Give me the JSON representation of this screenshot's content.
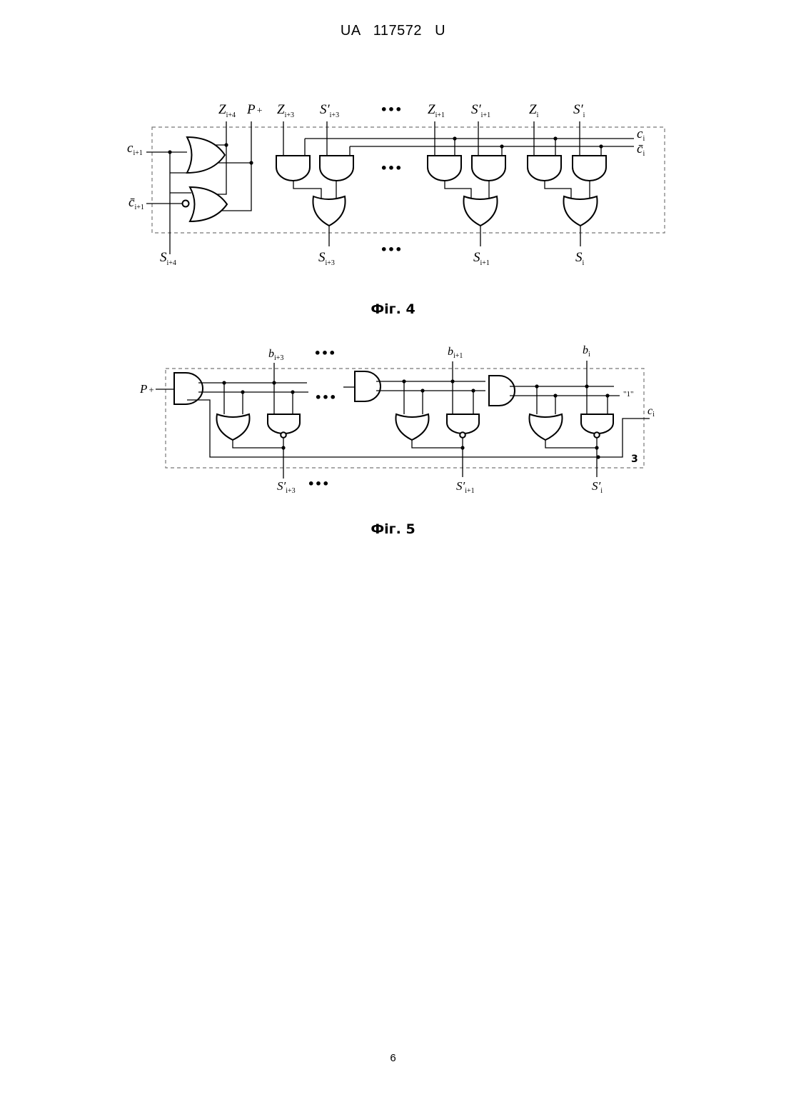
{
  "header": {
    "text": "UA   117572   U"
  },
  "fig4": {
    "caption": "Фіг. 4",
    "dots": "•••",
    "labels": {
      "z_i4": {
        "main": "Z",
        "sub": "i+4"
      },
      "p_plus": {
        "main": "P",
        "sub": "+"
      },
      "z_i3": {
        "main": "Z",
        "sub": "i+3"
      },
      "s_prime_i3": {
        "main": "S′",
        "sub": "i+3"
      },
      "z_i1": {
        "main": "Z",
        "sub": "i+1"
      },
      "s_prime_i1": {
        "main": "S′",
        "sub": "i+1"
      },
      "z_i": {
        "main": "Z",
        "sub": "i"
      },
      "s_prime_i": {
        "main": "S′",
        "sub": "i"
      },
      "c_i": {
        "main": "c",
        "sub": "i"
      },
      "c_bar_i": {
        "main": "c̄",
        "sub": "i"
      },
      "c_i1": {
        "main": "c",
        "sub": "i+1"
      },
      "c_bar_i1": {
        "main": "c̄",
        "sub": "i+1"
      },
      "s_i4": {
        "main": "S",
        "sub": "i+4"
      },
      "s_i3": {
        "main": "S",
        "sub": "i+3"
      },
      "s_i1": {
        "main": "S",
        "sub": "i+1"
      },
      "s_i": {
        "main": "S",
        "sub": "i"
      }
    }
  },
  "fig5": {
    "caption": "Фіг. 5",
    "dots": "•••",
    "block_number": "3",
    "one_label": "\"1\"",
    "labels": {
      "b_i3": {
        "main": "b",
        "sub": "i+3"
      },
      "b_i1": {
        "main": "b",
        "sub": "i+1"
      },
      "b_i": {
        "main": "b",
        "sub": "i"
      },
      "p_plus": {
        "main": "P",
        "sub": "+"
      },
      "c_i": {
        "main": "c",
        "sub": "i"
      },
      "s_prime_i3": {
        "main": "S′",
        "sub": "i+3"
      },
      "s_prime_i1": {
        "main": "S′",
        "sub": "i+1"
      },
      "s_prime_i": {
        "main": "S′",
        "sub": "i"
      }
    }
  },
  "footer": {
    "page_number": "6"
  }
}
